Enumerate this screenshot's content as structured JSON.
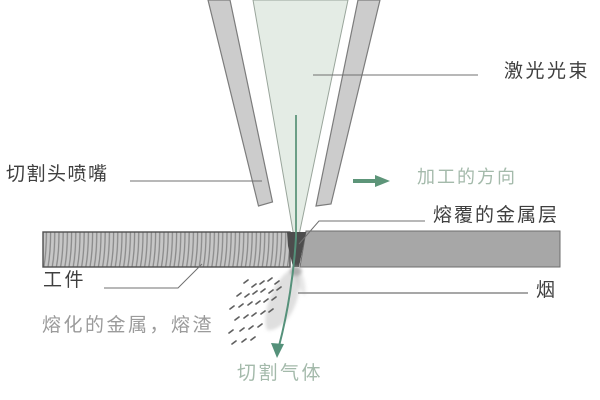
{
  "diagram": {
    "type": "laser-cutting-process-schematic",
    "labels": {
      "laser_beam": "激光光束",
      "cutting_head_nozzle": "切割头喷嘴",
      "process_direction": "加工的方向",
      "clad_metal_layer": "熔覆的金属层",
      "workpiece": "工件",
      "smoke": "烟",
      "molten_metal_slag": "熔化的金属，熔渣",
      "cutting_gas": "切割气体"
    },
    "colors": {
      "beam_fill": "#e4ece5",
      "beam_outline": "#99a59b",
      "beam_axis_green": "#5f957c",
      "gas_arrow_green": "#55917a",
      "direction_arrow_green": "#5d9579",
      "green_label": "#a4baab",
      "gray_label": "#9b9b9b",
      "dark_label": "#3f3f3f",
      "nozzle_fill": "#cccccc",
      "nozzle_outline": "#7c7c7c",
      "workpiece_fill": "#a7a7a7",
      "kerf_dark": "#4d4d4d",
      "leader_line": "#707070"
    }
  }
}
